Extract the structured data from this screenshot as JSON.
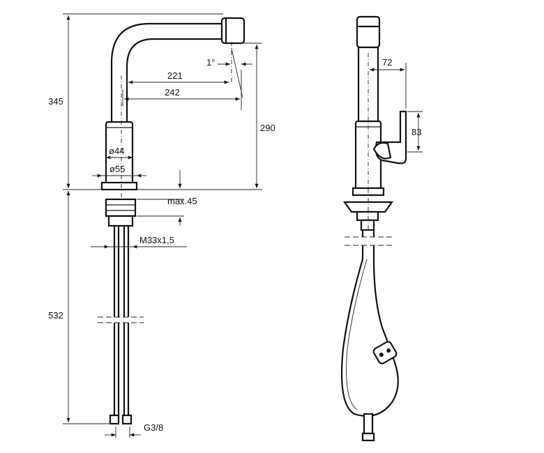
{
  "dimensions": {
    "total_height": "345",
    "pipe_length": "532",
    "reach_short": "221",
    "reach_long": "242",
    "angle": "1°",
    "spout_height": "290",
    "body_diameter": "ø44",
    "base_diameter": "ø55",
    "max_thickness": "max.45",
    "thread": "M33x1,5",
    "connection": "G3/8",
    "side_offset": "72",
    "handle_height": "83"
  },
  "colors": {
    "line": "#111111",
    "background": "#ffffff"
  }
}
